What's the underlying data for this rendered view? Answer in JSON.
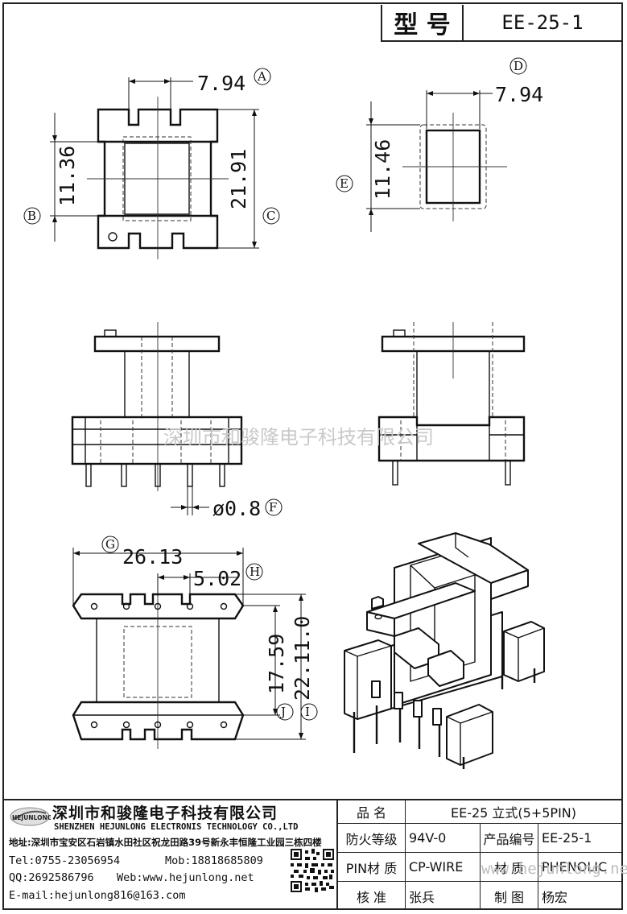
{
  "title_block": {
    "model_label": "型 号",
    "model_value": "EE-25-1"
  },
  "dimensions": {
    "top_width": "7.94",
    "top_width_id": "A",
    "left_height": "11.36",
    "left_height_id": "B",
    "total_height": "21.91",
    "total_height_id": "C",
    "right_width": "7.94",
    "right_width_id": "D",
    "right_height": "11.46",
    "right_height_id": "E",
    "pin_diameter": "ø0.8",
    "pin_diameter_id": "F",
    "base_width": "26.13",
    "base_width_id": "G",
    "pin_pitch": "5.02",
    "pin_pitch_id": "H",
    "base_depth": "22.11.0",
    "base_depth_id": "I",
    "inner_depth": "17.59",
    "inner_depth_id": "J"
  },
  "watermarks": {
    "center": "深圳市和骏隆电子科技有限公司",
    "web": "www.hejunlong.net"
  },
  "company": {
    "logo_text": "HEJUNLONG",
    "name": "深圳市和骏隆电子科技有限公司",
    "name_en": "SHENZHEN HEJUNLONG ELECTRONIS TECHNOLOGY CO.,LTD",
    "address": "地址:深圳市宝安区石岩镇水田社区祝龙田路39号新永丰恒隆工业园三栋四楼",
    "tel": "Tel:0755-23056954",
    "mob": "Mob:18818685809",
    "qq": "QQ:2692586796",
    "web": "Web:www.hejunlong.net",
    "email": "E-mail:hejunlong816@163.com"
  },
  "spec": {
    "name_label": "品 名",
    "name_value": "EE-25 立式(5+5PIN)",
    "fire_label": "防火等级",
    "fire_value": "94V-0",
    "part_label": "产品编号",
    "part_value": "EE-25-1",
    "pin_label": "PIN材 质",
    "pin_value": "CP-WIRE",
    "mat_label": "材 质",
    "mat_value": "PHENOLIC",
    "check_label": "核 准",
    "check_value": "张兵",
    "draw_label": "制 图",
    "draw_value": "杨宏"
  }
}
